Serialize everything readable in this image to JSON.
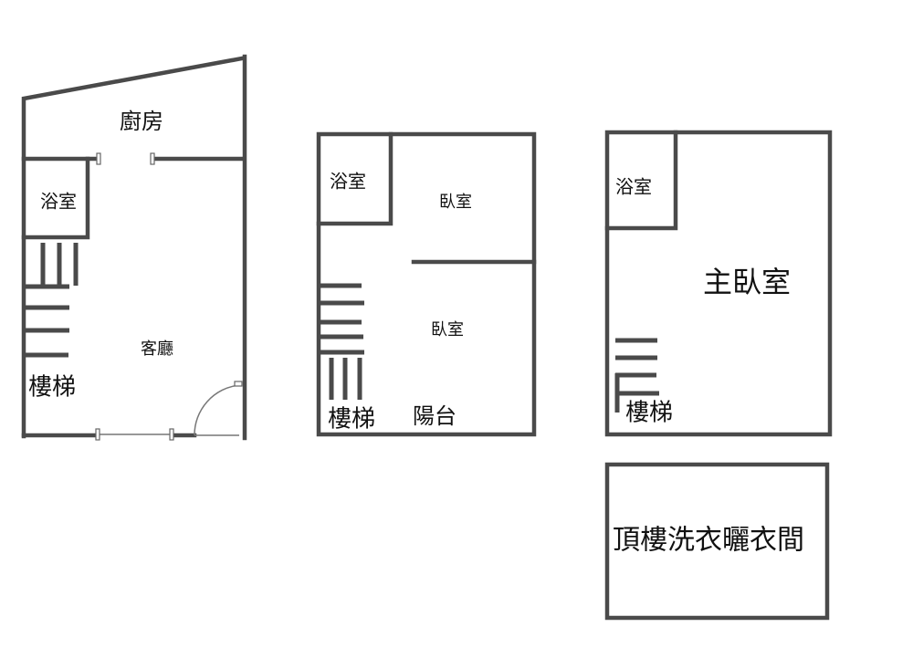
{
  "floor1": {
    "kitchen": "廚房",
    "bathroom": "浴室",
    "living_room": "客廳",
    "stairs": "樓梯"
  },
  "floor2": {
    "bathroom": "浴室",
    "bedroom_1": "臥室",
    "bedroom_2": "臥室",
    "stairs": "樓梯",
    "balcony": "陽台"
  },
  "floor3": {
    "bathroom": "浴室",
    "master_bedroom": "主臥室",
    "stairs": "樓梯"
  },
  "rooftop": {
    "laundry_room": "頂樓洗衣曬衣間"
  }
}
